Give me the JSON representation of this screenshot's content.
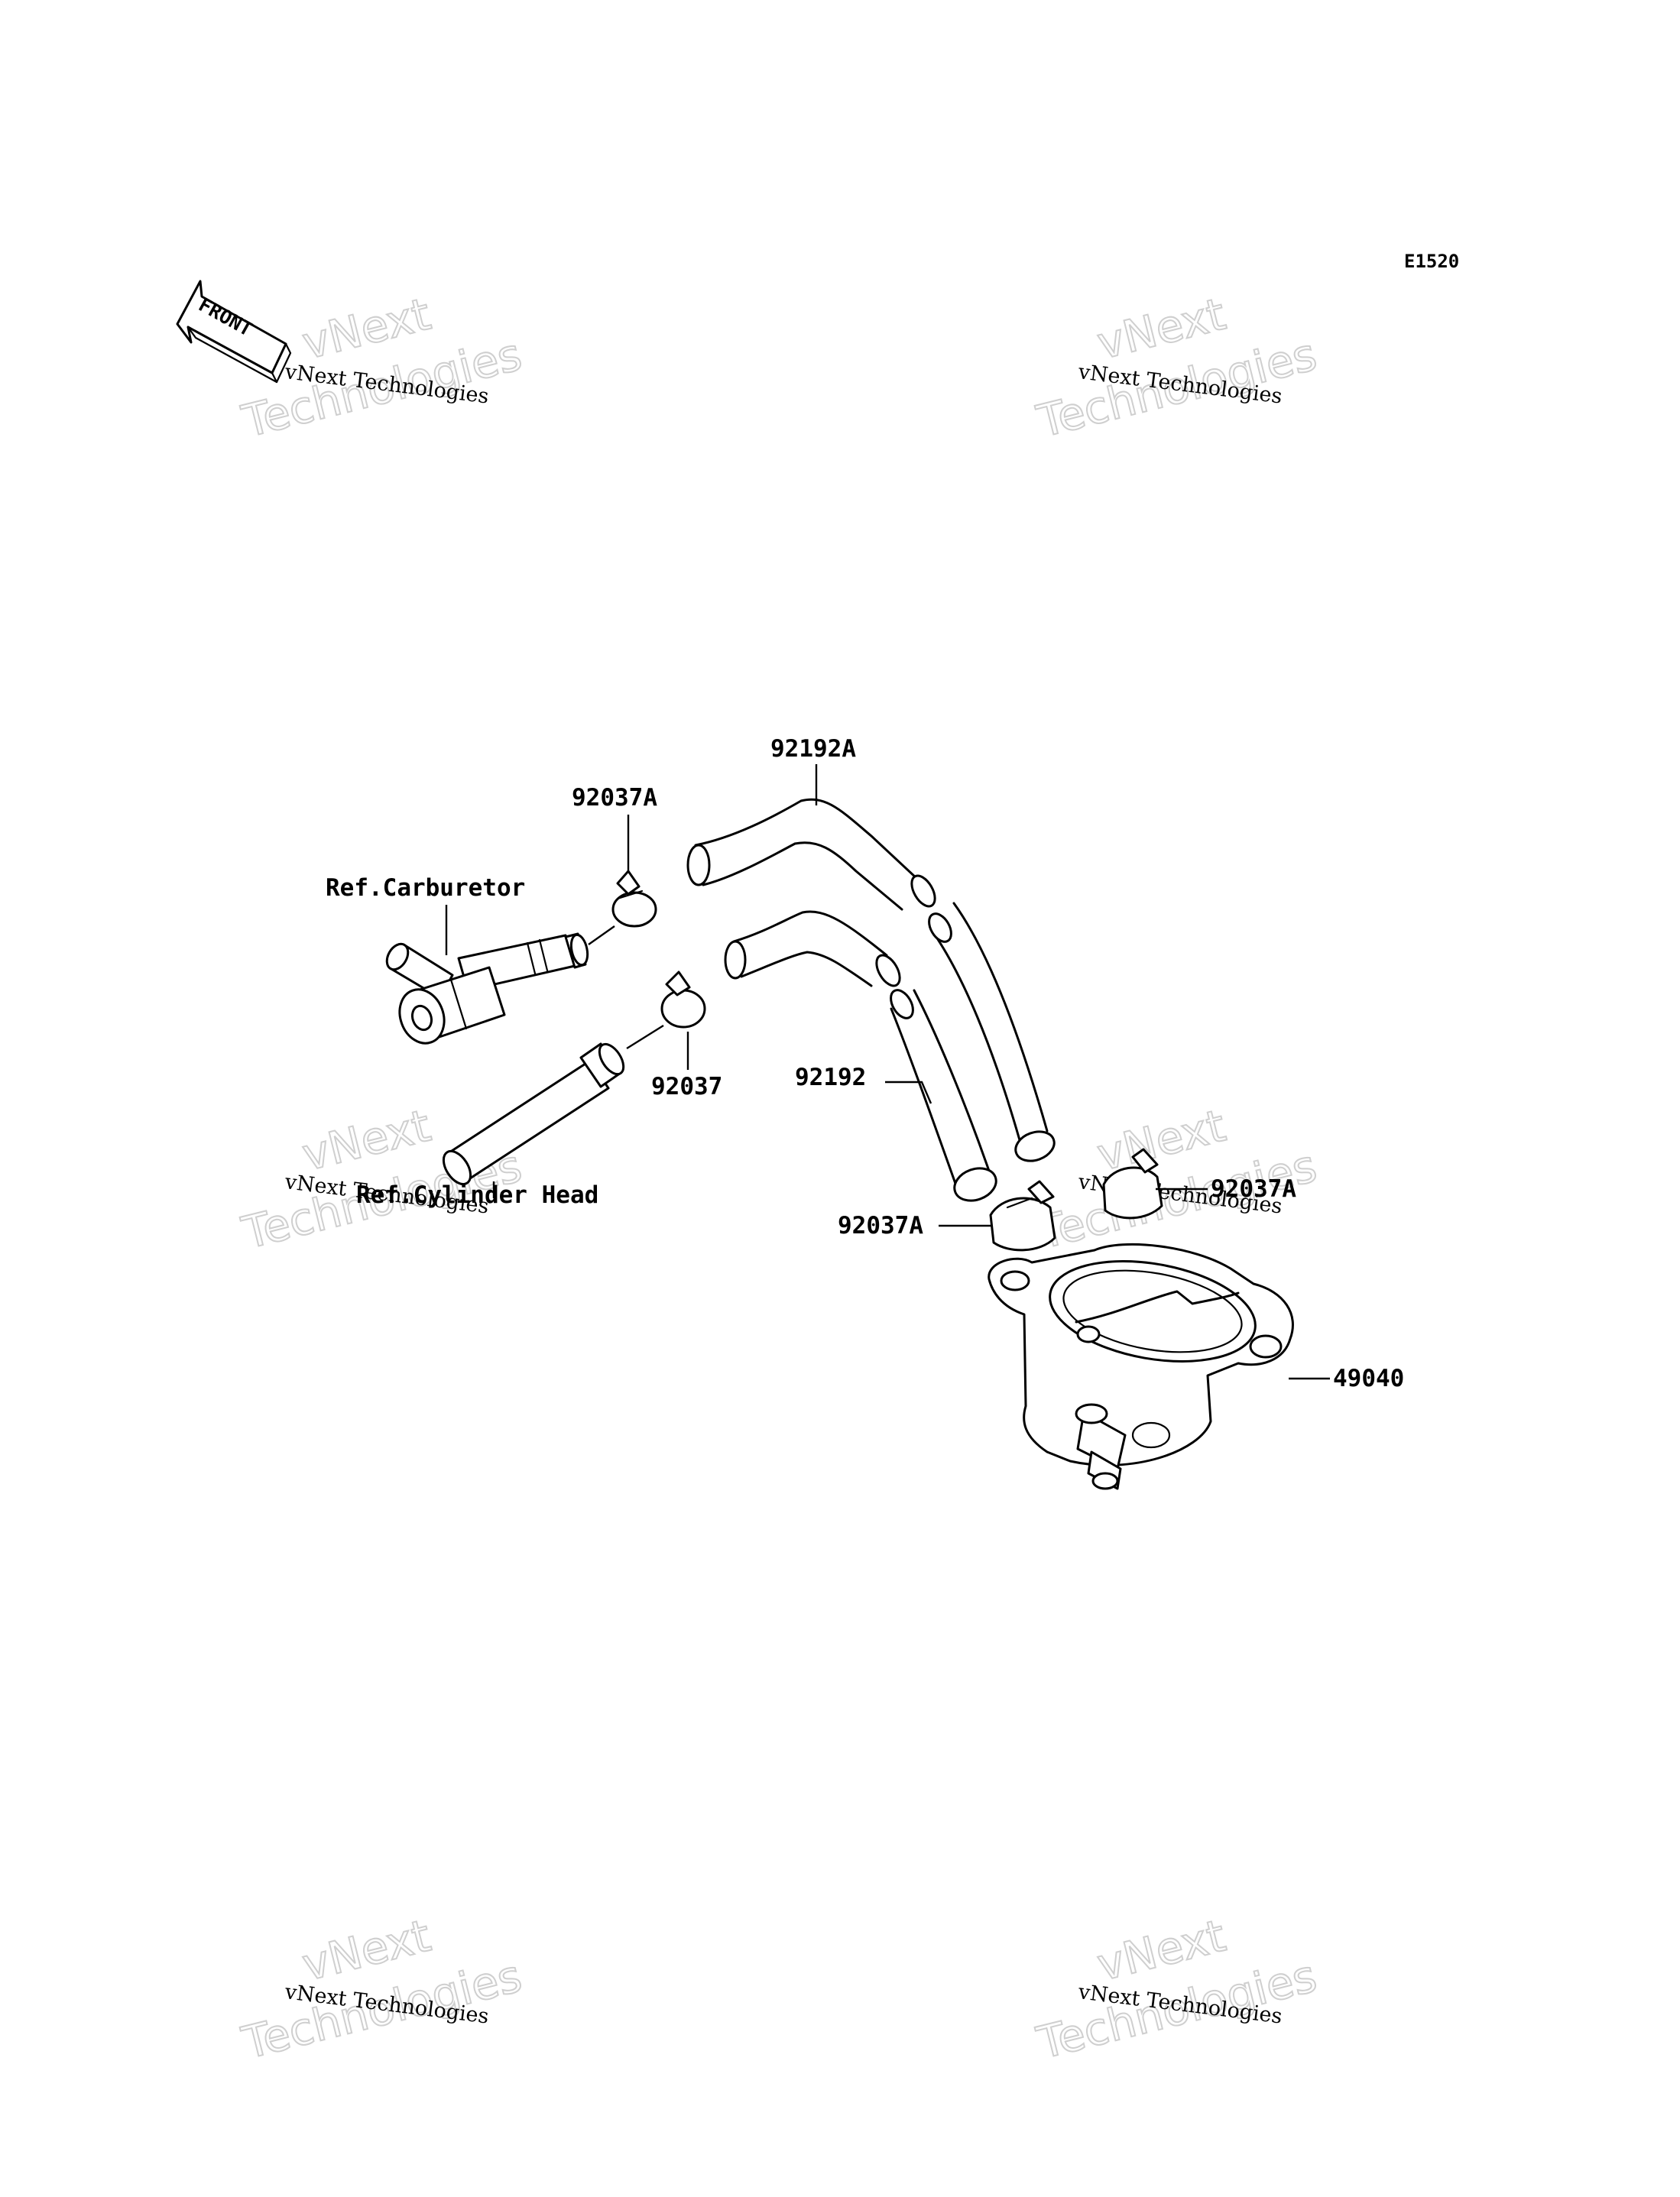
{
  "diagram_code": "E1520",
  "front_label": "FRONT",
  "labels": {
    "ref_carburetor": "Ref.Carburetor",
    "ref_cylinder_head": "Ref.Cylinder Head"
  },
  "parts": [
    {
      "id": "hose-upper",
      "number": "92192A"
    },
    {
      "id": "clamp-upper",
      "number": "92037A"
    },
    {
      "id": "clamp-lower",
      "number": "92037"
    },
    {
      "id": "hose-lower",
      "number": "92192"
    },
    {
      "id": "clamp-bottom-left",
      "number": "92037A"
    },
    {
      "id": "clamp-bottom-right",
      "number": "92037A"
    },
    {
      "id": "fuel-pump",
      "number": "49040"
    }
  ],
  "watermark": {
    "line1": "vNext Technologies",
    "line2a": "vNext",
    "line2b": "Technologies"
  }
}
